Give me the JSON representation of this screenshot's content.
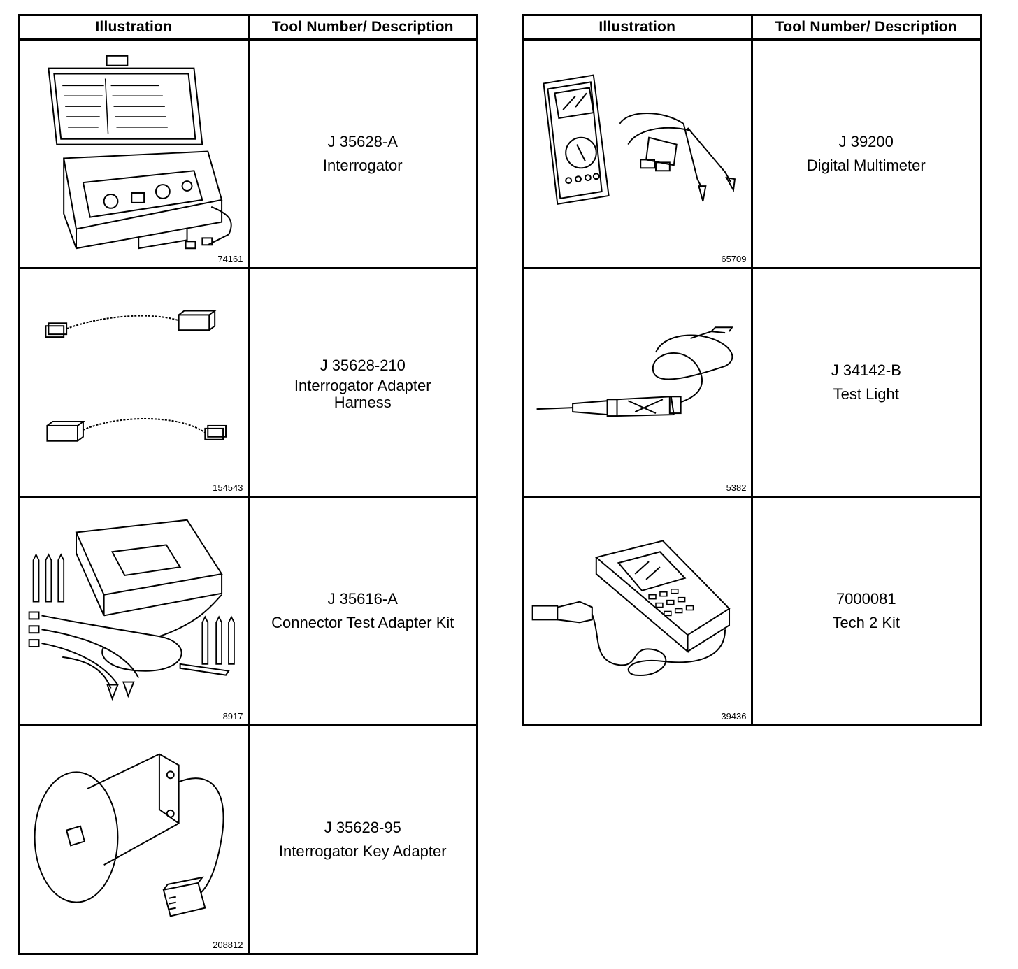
{
  "headers": {
    "illustration": "Illustration",
    "tool": "Tool Number/ Description"
  },
  "left_rows": [
    {
      "fig": "74161",
      "number": "J 35628-A",
      "description": "Interrogator",
      "icon": "interrogator-case-icon"
    },
    {
      "fig": "154543",
      "number": "J 35628-210",
      "description": "Interrogator Adapter Harness",
      "icon": "adapter-harness-icon"
    },
    {
      "fig": "8917",
      "number": "J 35616-A",
      "description": "Connector Test Adapter Kit",
      "icon": "connector-test-kit-icon"
    },
    {
      "fig": "208812",
      "number": "J 35628-95",
      "description": "Interrogator Key Adapter",
      "icon": "key-adapter-icon"
    }
  ],
  "right_rows": [
    {
      "fig": "65709",
      "number": "J 39200",
      "description": "Digital Multimeter",
      "icon": "multimeter-icon"
    },
    {
      "fig": "5382",
      "number": "J 34142-B",
      "description": "Test Light",
      "icon": "test-light-icon"
    },
    {
      "fig": "39436",
      "number": "7000081",
      "description": "Tech 2 Kit",
      "icon": "tech2-scanner-icon"
    }
  ]
}
